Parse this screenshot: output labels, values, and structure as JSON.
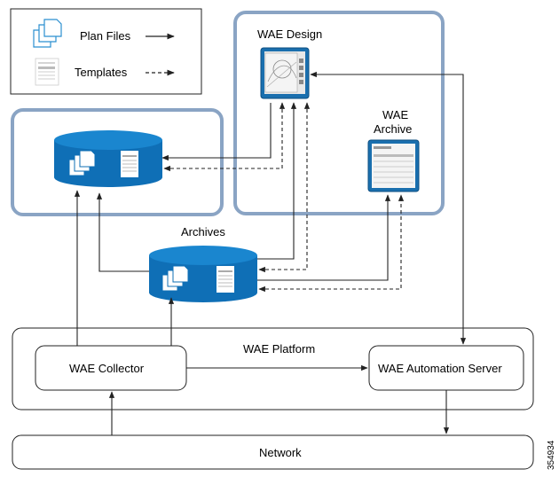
{
  "legend": {
    "plan_files": "Plan Files",
    "templates": "Templates"
  },
  "nodes": {
    "wae_design": "WAE Design",
    "wae_archive_line1": "WAE",
    "wae_archive_line2": "Archive",
    "archives": "Archives",
    "wae_platform": "WAE Platform",
    "wae_collector": "WAE Collector",
    "wae_automation_server": "WAE Automation Server",
    "network": "Network"
  },
  "figure_id": "354934",
  "colors": {
    "frame_blue": "#8aa4c4",
    "db_blue": "#0f6fb6",
    "db_top": "#1a86cf",
    "line": "#222222"
  },
  "icons": [
    "plan-files-icon",
    "template-doc-icon",
    "database-icon",
    "monitor-icon"
  ]
}
